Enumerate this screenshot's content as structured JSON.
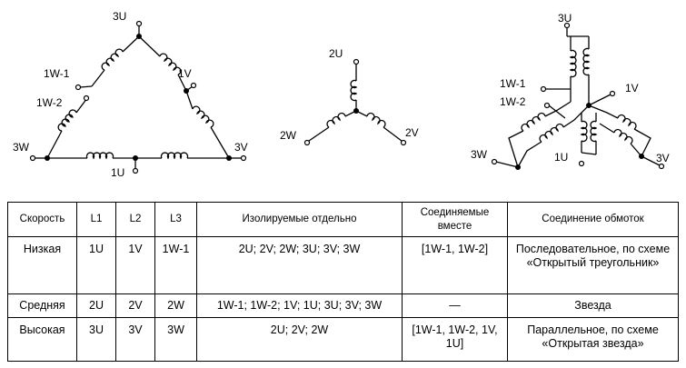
{
  "delta": {
    "top": "3U",
    "left_upper": "1W-1",
    "left_lower": "1W-2",
    "right_mid": "1V",
    "bottom_left": "3W",
    "bottom_right": "3V",
    "bottom_mid": "1U"
  },
  "star": {
    "top": "2U",
    "left": "2W",
    "right": "2V"
  },
  "parallel": {
    "top": "3U",
    "label_1w1": "1W-1",
    "label_1w2": "1W-2",
    "right_upper": "1V",
    "left": "3W",
    "right": "3V",
    "bottom": "1U"
  },
  "table": {
    "headers": [
      "Скорость",
      "L1",
      "L2",
      "L3",
      "Изолируемые отдельно",
      "Соединяемые вместе",
      "Соединение обмоток"
    ],
    "rows": [
      {
        "speed": "Низкая",
        "l1": "1U",
        "l2": "1V",
        "l3": "1W-1",
        "isolated": "2U; 2V; 2W; 3U; 3V; 3W",
        "joined": "[1W-1, 1W-2]",
        "connection": "Последовательное, по схеме «Открытый треугольник»"
      },
      {
        "speed": "Средняя",
        "l1": "2U",
        "l2": "2V",
        "l3": "2W",
        "isolated": "1W-1; 1W-2; 1V; 1U; 3U; 3V; 3W",
        "joined": "—",
        "connection": "Звезда"
      },
      {
        "speed": "Высокая",
        "l1": "3U",
        "l2": "3V",
        "l3": "3W",
        "isolated": "2U; 2V; 2W",
        "joined": "[1W-1, 1W-2, 1V, 1U]",
        "connection": "Параллельное, по схеме «Открытая звезда»"
      }
    ]
  }
}
